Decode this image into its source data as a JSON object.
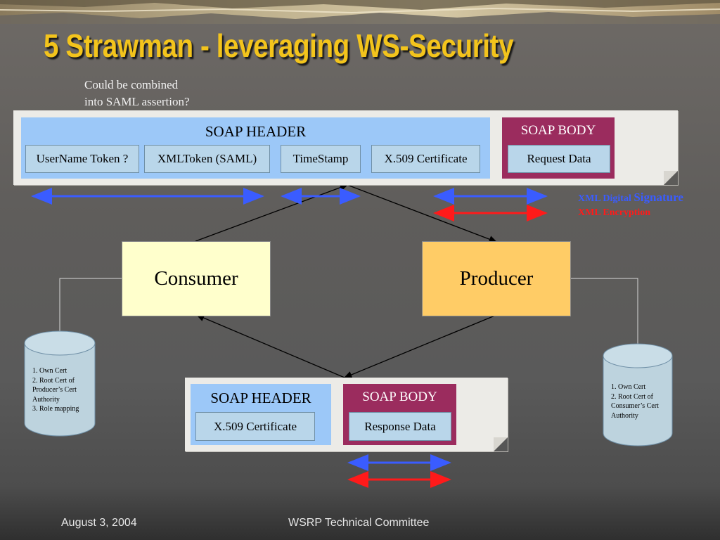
{
  "title": "5 Strawman  - leveraging WS-Security",
  "note": {
    "line1": "Could be combined",
    "line2": "into SAML assertion?"
  },
  "request_message": {
    "header_label": "SOAP HEADER",
    "tokens": [
      "UserName Token ?",
      "XMLToken (SAML)",
      "TimeStamp",
      "X.509 Certificate"
    ],
    "body_label": "SOAP BODY",
    "body_item": "Request Data"
  },
  "response_message": {
    "header_label": "SOAP HEADER",
    "header_item": "X.509 Certificate",
    "body_label": "SOAP BODY",
    "body_item": "Response Data"
  },
  "legend": {
    "signature_small": "XML Digital ",
    "signature_large": "Signature",
    "encryption": "XML Encryption",
    "signature_color": "#3a5cff",
    "encryption_color": "#ff1a1a"
  },
  "consumer": {
    "label": "Consumer",
    "color": "#ffffcc"
  },
  "producer": {
    "label": "Producer",
    "color": "#ffcc66"
  },
  "consumer_store": {
    "items": [
      "1. Own Cert",
      "2. Root Cert of",
      "Producer’s Cert",
      "Authority",
      "3. Role mapping"
    ]
  },
  "producer_store": {
    "items": [
      "1. Own Cert",
      "2. Root Cert of",
      "Consumer’s Cert",
      "Authority"
    ]
  },
  "footer": {
    "date": "August 3, 2004",
    "org": "WSRP Technical Committee"
  }
}
